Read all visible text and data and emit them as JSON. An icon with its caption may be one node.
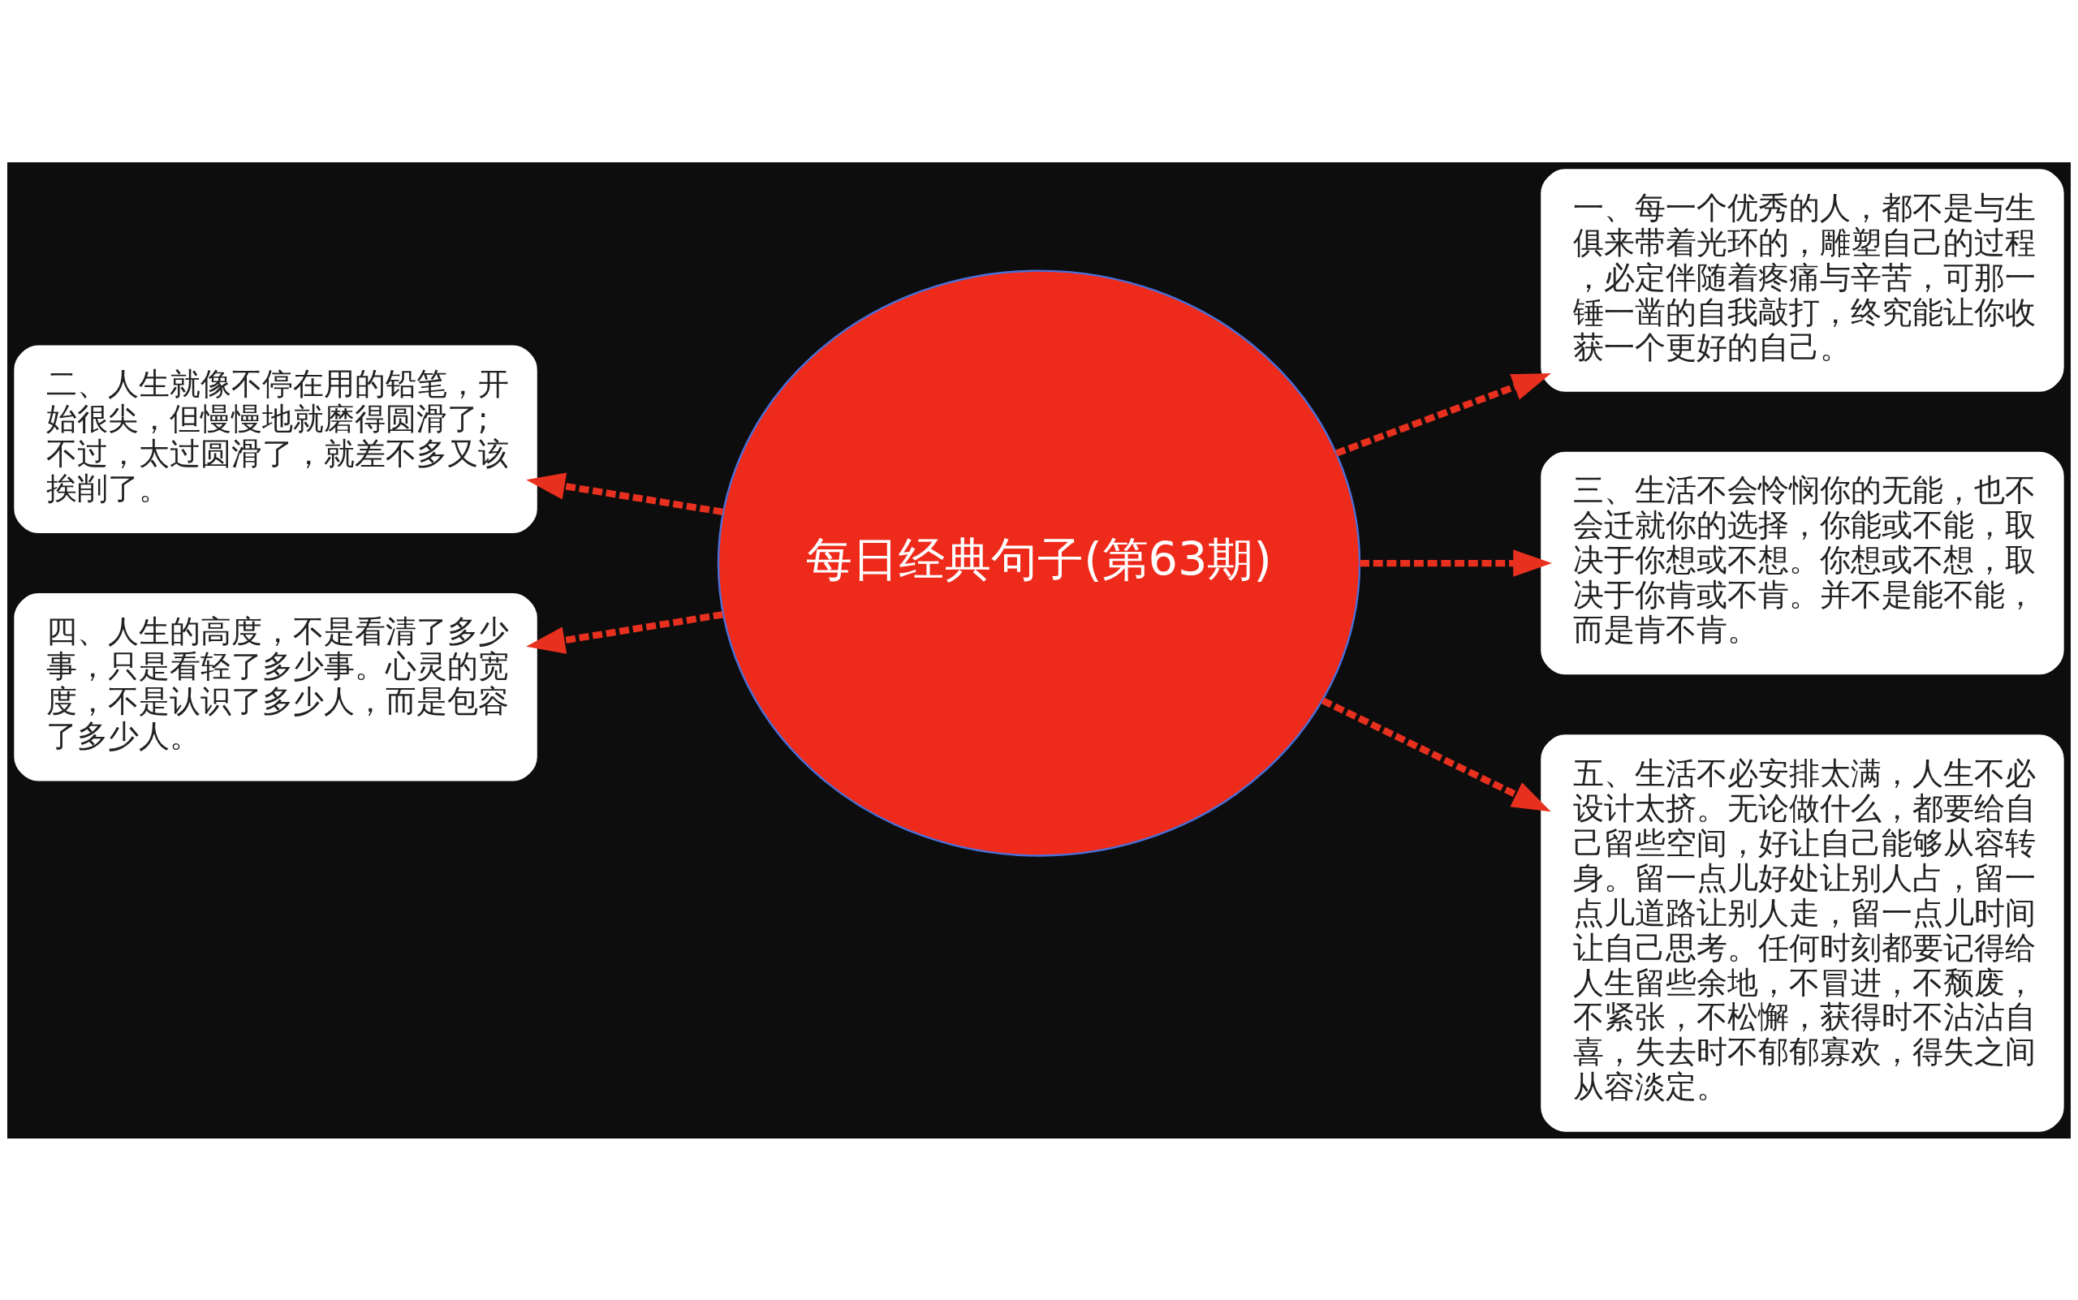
{
  "diagram": {
    "nodes": [
      {
        "text": [
          "每日经典句子(第63期)"
        ]
      },
      {
        "text": [
          "一、每一个优秀的人，都不是与生俱来带着光环的，雕塑自己的过程，必定伴随着疼痛与辛苦，可那一锤一凿的自我敲打，终究能让你收获一个更好的自己。"
        ]
      },
      {
        "text": [
          "二、人生就像不停在用的铅笔，开始很尖，但慢慢地就磨得圆滑了;不过，太过圆滑了，就差不多又该挨削了。"
        ]
      },
      {
        "text": [
          "三、生活不会怜悯你的无能，也不会迁就你的选择，你能或不能，取决于你想或不想。你想或不想，取决于你肯或不肯。并不是能不能，而是肯不肯。"
        ]
      },
      {
        "text": [
          "四、人生的高度，不是看清了多少事，只是看轻了多少事。心灵的宽度，不是认识了多少人，而是包容了多少人。"
        ]
      },
      {
        "text": [
          "五、生活不必安排太满，人生不必设计太挤。无论做什么，都要给自己留些空间，好让自己能够从容转身。留一点儿好处让别人占，留一点儿道路让别人走，留一点儿时间让自己思考。任何时刻都要记得给人生留些余地，不冒进，不颓废，不紧张，不松懈，获得时不沾沾自喜，失去时不郁郁寡欢，得失之间从容淡定。"
        ]
      }
    ],
    "edges": [
      {
        "from": 0,
        "to": 1,
        "arrow": "to",
        "style": "dashed"
      },
      {
        "from": 0,
        "to": 2,
        "arrow": "to",
        "style": "dashed"
      },
      {
        "from": 0,
        "to": 3,
        "arrow": "to",
        "style": "dashed"
      },
      {
        "from": 0,
        "to": 4,
        "arrow": "to",
        "style": "dashed"
      },
      {
        "from": 0,
        "to": 5,
        "arrow": "to",
        "style": "dashed"
      }
    ]
  }
}
